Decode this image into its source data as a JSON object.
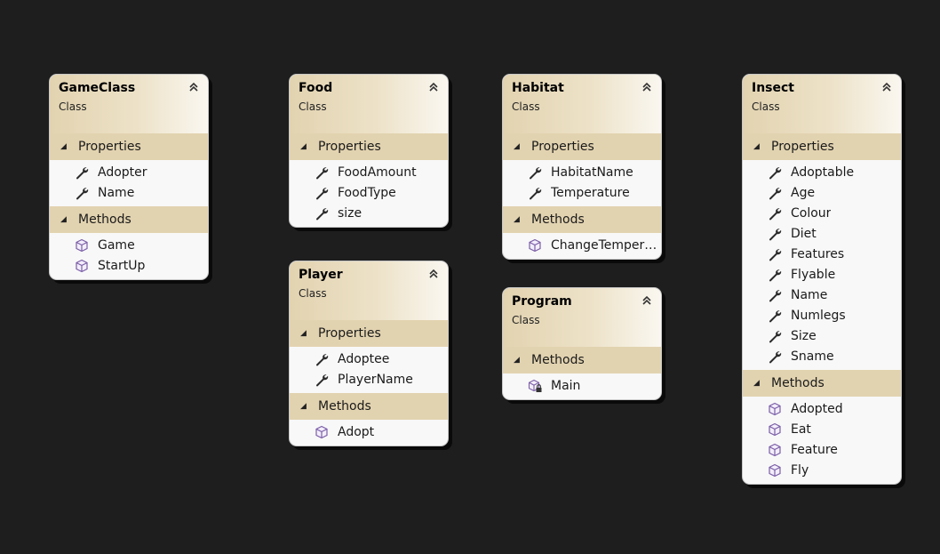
{
  "classes": [
    {
      "name": "GameClass",
      "stereotype": "Class",
      "properties_label": "Properties",
      "properties": [
        "Adopter",
        "Name"
      ],
      "methods_label": "Methods",
      "methods": [
        {
          "name": "Game",
          "icon": "method-icon"
        },
        {
          "name": "StartUp",
          "icon": "method-icon"
        }
      ]
    },
    {
      "name": "Food",
      "stereotype": "Class",
      "properties_label": "Properties",
      "properties": [
        "FoodAmount",
        "FoodType",
        "size"
      ],
      "methods_label": "",
      "methods": []
    },
    {
      "name": "Player",
      "stereotype": "Class",
      "properties_label": "Properties",
      "properties": [
        "Adoptee",
        "PlayerName"
      ],
      "methods_label": "Methods",
      "methods": [
        {
          "name": "Adopt",
          "icon": "method-icon"
        }
      ]
    },
    {
      "name": "Habitat",
      "stereotype": "Class",
      "properties_label": "Properties",
      "properties": [
        "HabitatName",
        "Temperature"
      ],
      "methods_label": "Methods",
      "methods": [
        {
          "name": "ChangeTemper…",
          "icon": "method-icon"
        }
      ]
    },
    {
      "name": "Program",
      "stereotype": "Class",
      "properties_label": "",
      "properties": [],
      "methods_label": "Methods",
      "methods": [
        {
          "name": "Main",
          "icon": "private-method-icon"
        }
      ]
    },
    {
      "name": "Insect",
      "stereotype": "Class",
      "properties_label": "Properties",
      "properties": [
        "Adoptable",
        "Age",
        "Colour",
        "Diet",
        "Features",
        "Flyable",
        "Name",
        "Numlegs",
        "Size",
        "Sname"
      ],
      "methods_label": "Methods",
      "methods": [
        {
          "name": "Adopted",
          "icon": "method-icon"
        },
        {
          "name": "Eat",
          "icon": "method-icon"
        },
        {
          "name": "Feature",
          "icon": "method-icon"
        },
        {
          "name": "Fly",
          "icon": "method-icon"
        }
      ]
    }
  ],
  "icons": {
    "property": "wrench-icon",
    "method": "method-icon",
    "collapse": "double-chevron-up-icon",
    "section_toggle": "triangle-expanded-icon"
  },
  "colors": {
    "canvas_background": "#1e1e1e",
    "header_tan": "#e2d3b0",
    "body_background": "#f8f8f8",
    "method_icon": "#7b5ea7"
  }
}
